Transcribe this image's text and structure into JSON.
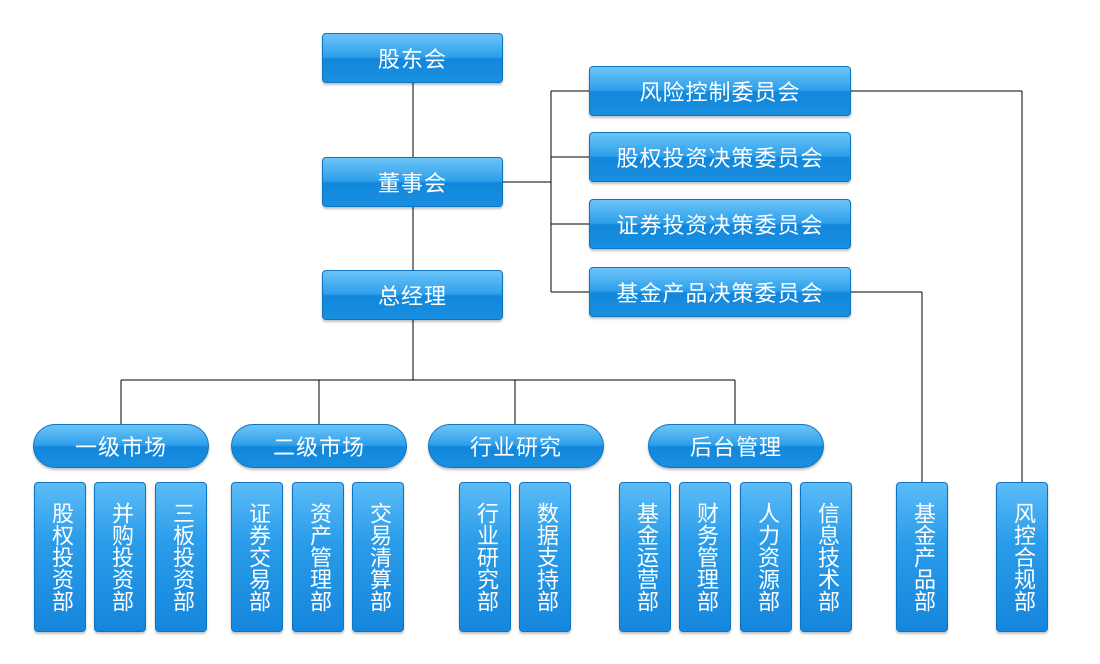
{
  "top": {
    "shareholders": "股东会",
    "board": "董事会",
    "gm": "总经理"
  },
  "committees": [
    "风险控制委员会",
    "股权投资决策委员会",
    "证券投资决策委员会",
    "基金产品决策委员会"
  ],
  "groups": [
    {
      "label": "一级市场",
      "depts": [
        "股权投资部",
        "并购投资部",
        "三板投资部"
      ]
    },
    {
      "label": "二级市场",
      "depts": [
        "证券交易部",
        "资产管理部",
        "交易清算部"
      ]
    },
    {
      "label": "行业研究",
      "depts": [
        "行业研究部",
        "数据支持部"
      ]
    },
    {
      "label": "后台管理",
      "depts": [
        "基金运营部",
        "财务管理部",
        "人力资源部",
        "信息技术部"
      ]
    }
  ],
  "standalone": [
    "基金产品部",
    "风控合规部"
  ],
  "colors": {
    "box_top": "#6cc4f8",
    "box_bottom": "#1187dc",
    "line": "#000000"
  }
}
